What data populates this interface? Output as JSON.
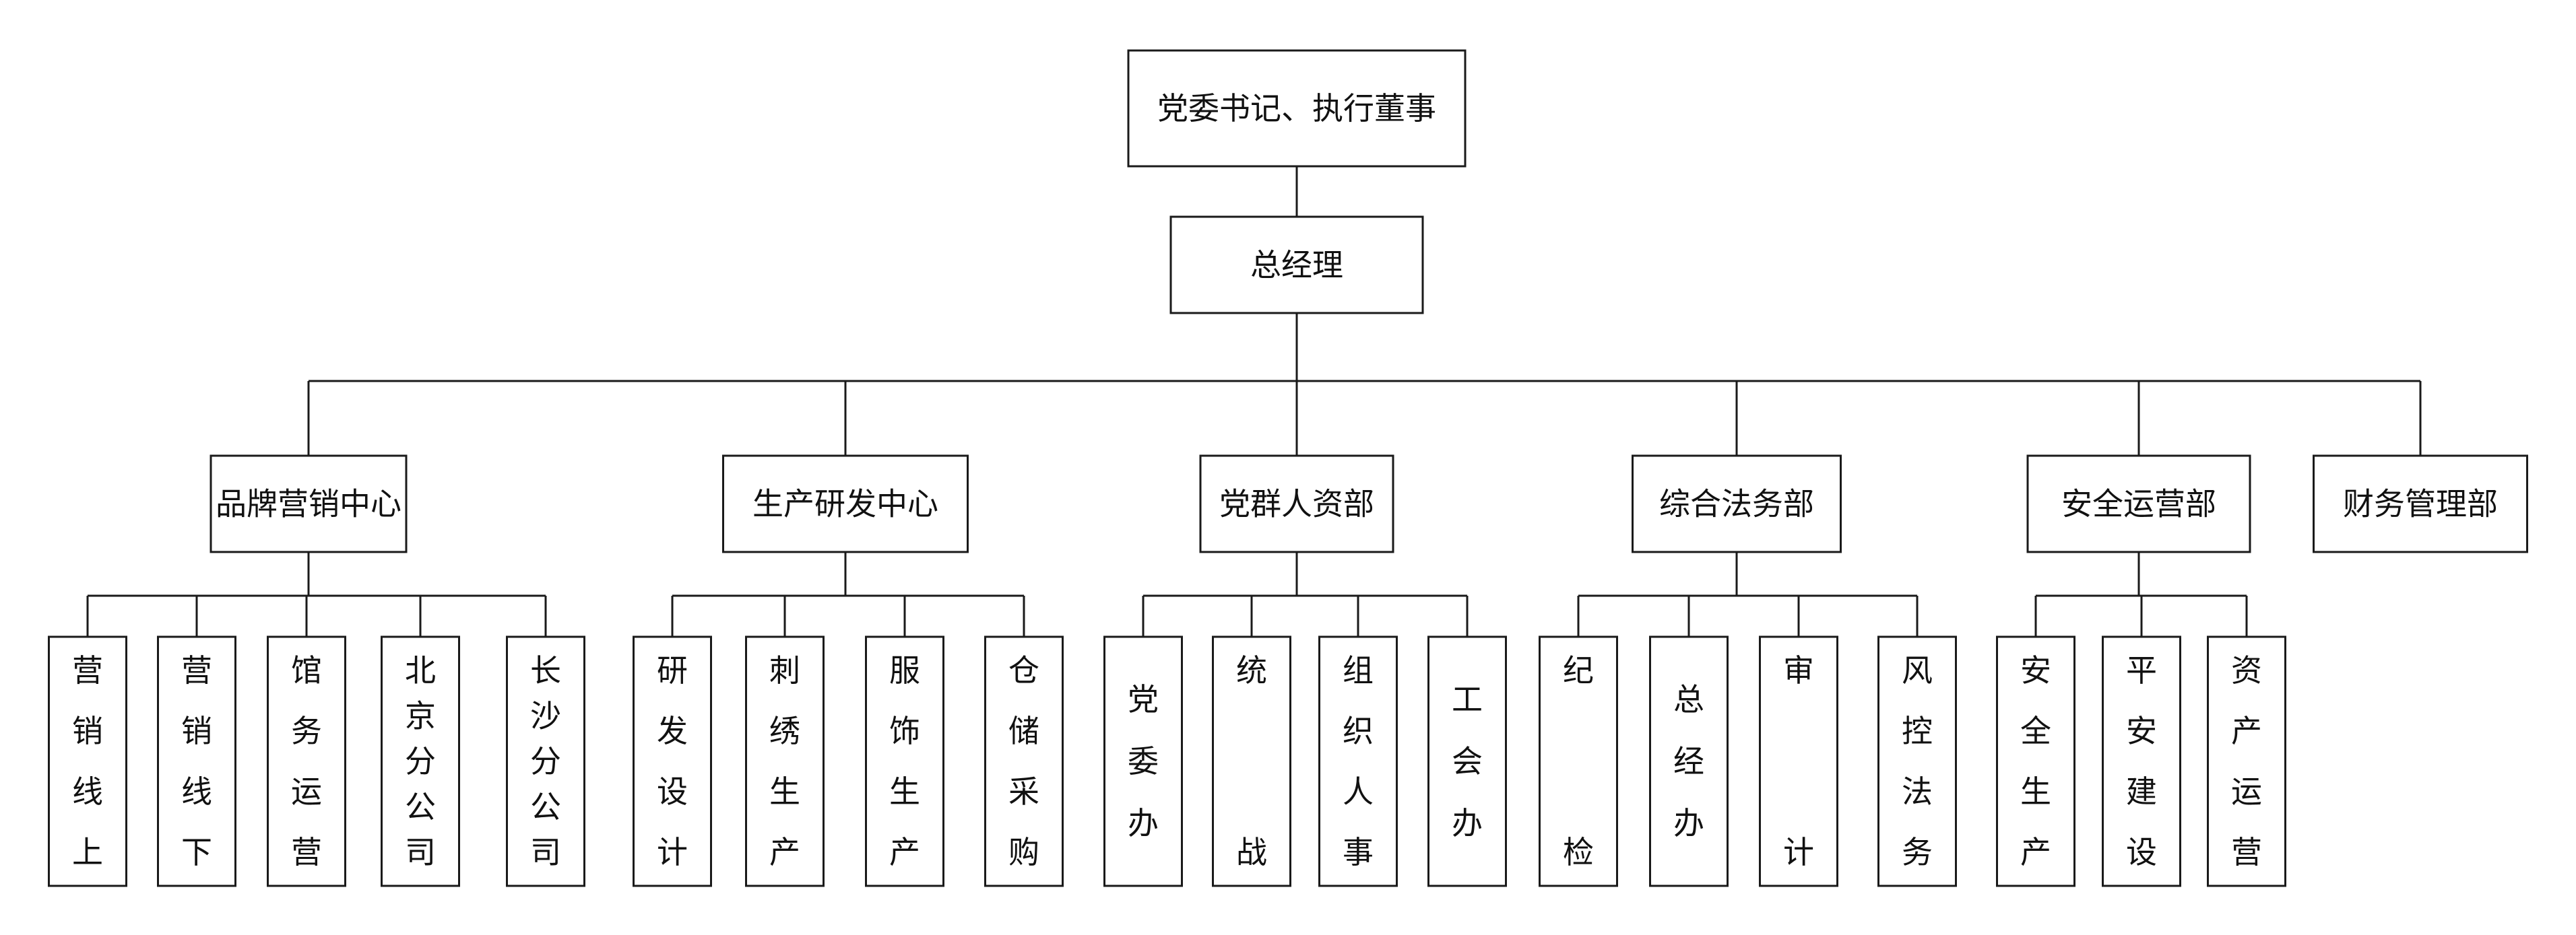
{
  "org_chart": {
    "top": {
      "label": "党委书记、执行董事"
    },
    "manager": {
      "label": "总经理"
    },
    "departments": [
      {
        "id": "brand",
        "label": "品牌营销中心",
        "units": [
          "营销线上",
          "营销线下",
          "馆务运营",
          "北京分公司",
          "长沙分公司"
        ]
      },
      {
        "id": "production",
        "label": "生产研发中心",
        "units": [
          "研发设计",
          "刺绣生产",
          "服饰生产",
          "仓储采购"
        ]
      },
      {
        "id": "party-hr",
        "label": "党群人资部",
        "units": [
          "党委办",
          "统战",
          "组织人事",
          "工会办"
        ]
      },
      {
        "id": "legal",
        "label": "综合法务部",
        "units": [
          "纪检",
          "总经办",
          "审计",
          "风控法务"
        ]
      },
      {
        "id": "safety",
        "label": "安全运营部",
        "units": [
          "安全生产",
          "平安建设",
          "资产运营"
        ]
      },
      {
        "id": "finance",
        "label": "财务管理部",
        "units": []
      }
    ]
  }
}
